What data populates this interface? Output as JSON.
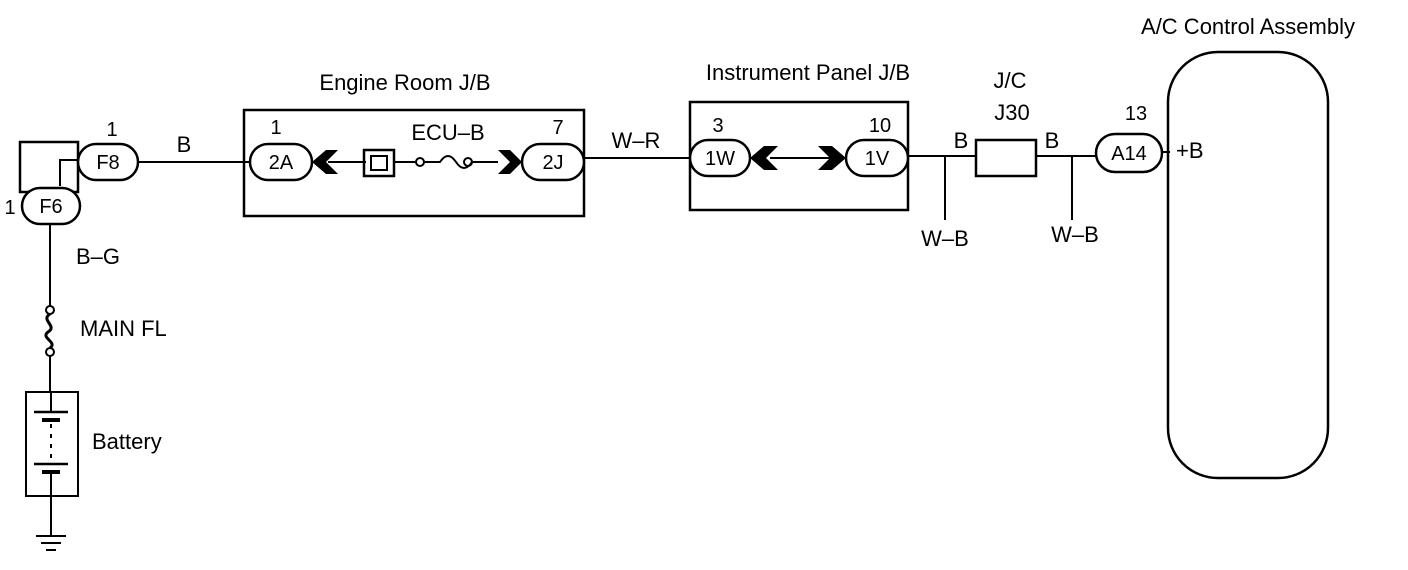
{
  "labels": {
    "engine_room_jb": "Engine Room J/B",
    "instrument_panel_jb": "Instrument Panel J/B",
    "jc": "J/C",
    "j30": "J30",
    "ac_control_assembly": "A/C Control Assembly",
    "ecu_b": "ECU–B",
    "main_fl": "MAIN FL",
    "battery": "Battery",
    "plus_b": "+B"
  },
  "wires": {
    "f8_to_2a": "B",
    "f6_to_battery": "B–G",
    "2j_to_1w": "W–R",
    "1v_to_jc": "B",
    "jc_to_a14": "B",
    "ground_1": "W–B",
    "ground_2": "W–B"
  },
  "connectors": {
    "f8": "F8",
    "f6": "F6",
    "2a": "2A",
    "2j": "2J",
    "1w": "1W",
    "1v": "1V",
    "a14": "A14"
  },
  "pins": {
    "f8": "1",
    "f6": "1",
    "2a": "1",
    "2j": "7",
    "1w": "3",
    "1v": "10",
    "a14": "13"
  }
}
